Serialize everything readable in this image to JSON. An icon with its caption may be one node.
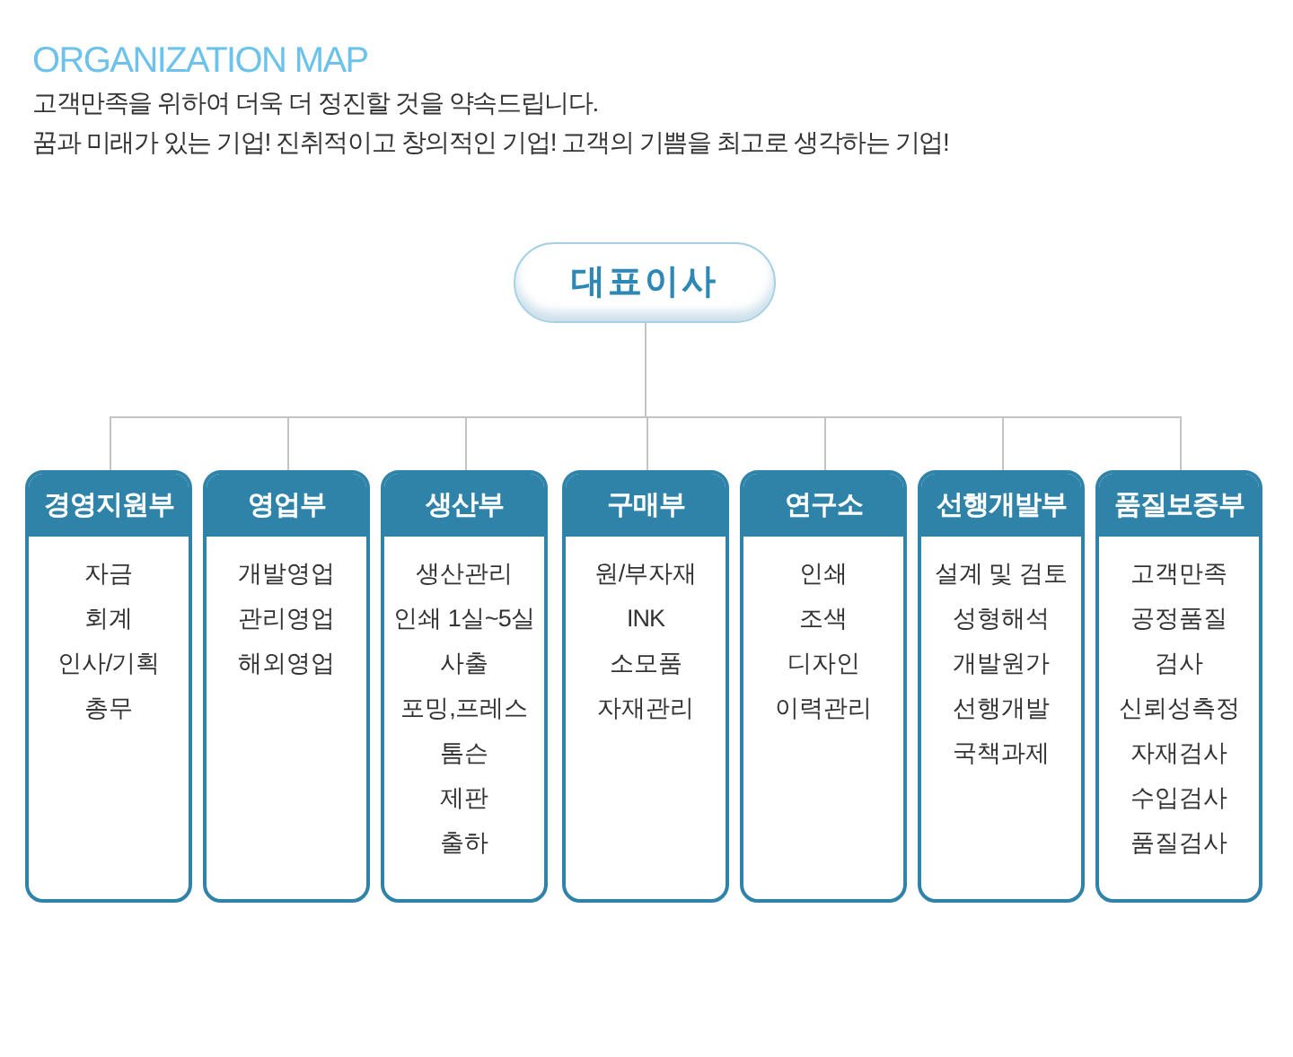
{
  "diagram": {
    "title": "ORGANIZATION MAP",
    "nodes": [
      {
        "text": [
          "대표이사"
        ]
      },
      {
        "text": [
          "경영지원부",
          "자금",
          "회계",
          "인사/기획",
          "총무"
        ]
      },
      {
        "text": [
          "영업부",
          "개발영업",
          "관리영업",
          "해외영업"
        ]
      },
      {
        "text": [
          "생산부",
          "생산관리",
          "인쇄 1실~5실",
          "사출",
          "포밍,프레스",
          "톰슨",
          "제판",
          "출하"
        ]
      },
      {
        "text": [
          "구매부",
          "원/부자재",
          "INK",
          "소모품",
          "자재관리"
        ]
      },
      {
        "text": [
          "연구소",
          "인쇄",
          "조색",
          "디자인",
          "이력관리"
        ]
      },
      {
        "text": [
          "선행개발부",
          "설계 및 검토",
          "성형해석",
          "개발원가",
          "선행개발",
          "국책과제"
        ]
      },
      {
        "text": [
          "품질보증부",
          "고객만족",
          "공정품질",
          "검사",
          "신뢰성측정",
          "자재검사",
          "수입검사",
          "품질검사"
        ]
      }
    ],
    "edges": [
      {
        "from": 0,
        "to": 1,
        "arrow": "none"
      },
      {
        "from": 0,
        "to": 2,
        "arrow": "none"
      },
      {
        "from": 0,
        "to": 3,
        "arrow": "none"
      },
      {
        "from": 0,
        "to": 4,
        "arrow": "none"
      },
      {
        "from": 0,
        "to": 5,
        "arrow": "none"
      },
      {
        "from": 0,
        "to": 6,
        "arrow": "none"
      },
      {
        "from": 0,
        "to": 7,
        "arrow": "none"
      }
    ],
    "labels": [
      "고객만족을 위하여 더욱 더 정진할 것을 약속드립니다.",
      "꿈과 미래가 있는 기업! 진취적이고 창의적인 기업! 고객의 기쁨을 최고로 생각하는 기업!"
    ]
  }
}
